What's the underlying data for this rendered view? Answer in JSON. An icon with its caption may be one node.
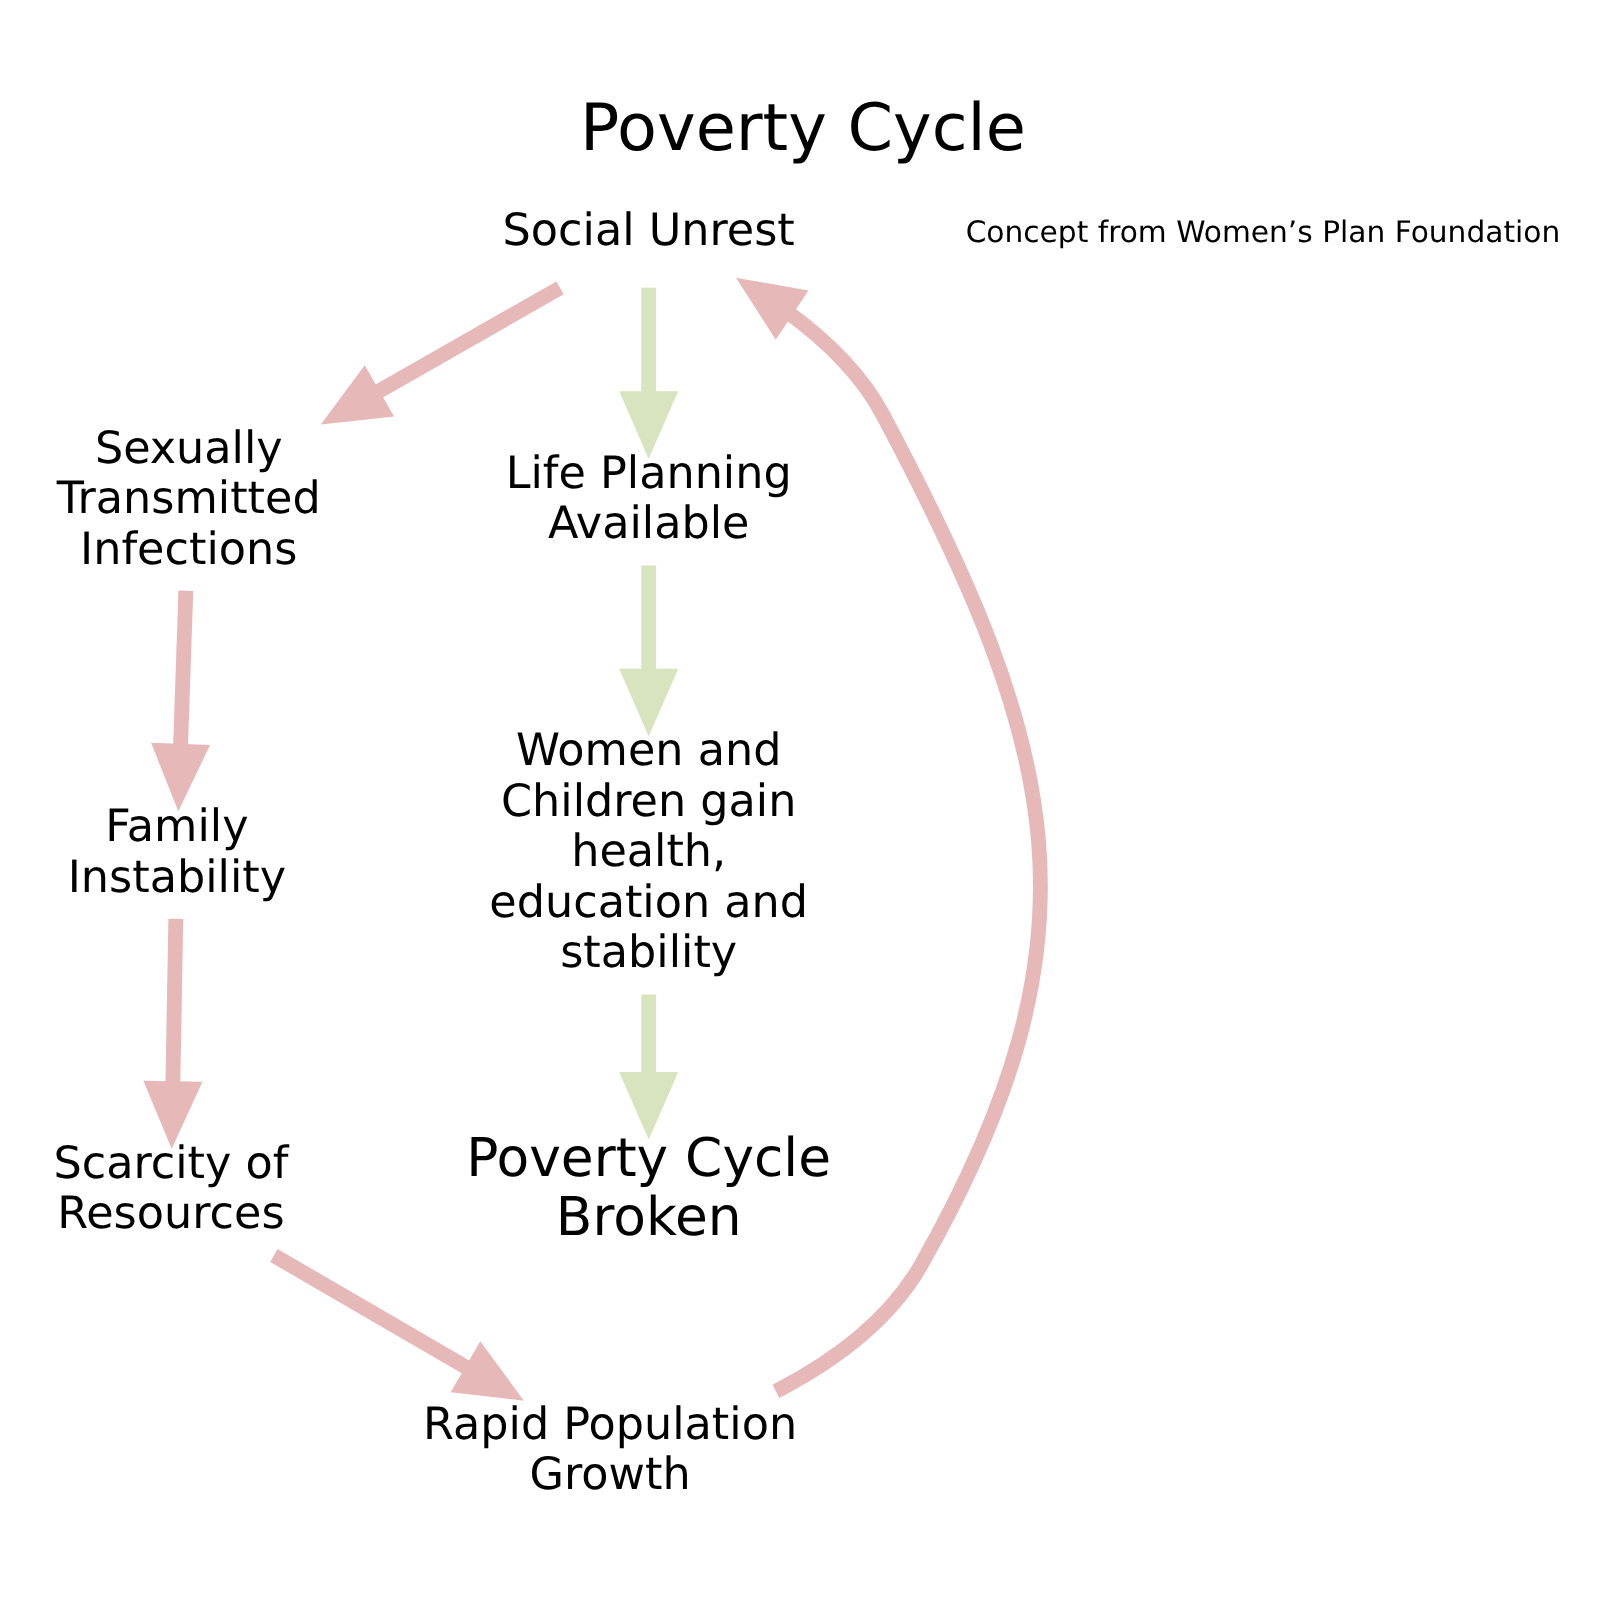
{
  "diagram": {
    "title": "Poverty Cycle",
    "nodes": [
      {
        "text": [
          "Social Unrest"
        ]
      },
      {
        "text": [
          "Sexually Transmitted Infections"
        ]
      },
      {
        "text": [
          "Family Instability"
        ]
      },
      {
        "text": [
          "Scarcity of Resources"
        ]
      },
      {
        "text": [
          "Rapid Population Growth"
        ]
      },
      {
        "text": [
          "Life Planning Available"
        ]
      },
      {
        "text": [
          "Women and Children gain health, education and stability"
        ]
      },
      {
        "text": [
          "Poverty Cycle Broken"
        ]
      }
    ],
    "edges": [
      {
        "from": 0,
        "to": 1,
        "arrow": "to"
      },
      {
        "from": 1,
        "to": 2,
        "arrow": "to"
      },
      {
        "from": 2,
        "to": 3,
        "arrow": "to"
      },
      {
        "from": 3,
        "to": 4,
        "arrow": "to"
      },
      {
        "from": 4,
        "to": 0,
        "arrow": "to"
      },
      {
        "from": 0,
        "to": 5,
        "arrow": "to",
        "color": "#d7e4bd"
      },
      {
        "from": 5,
        "to": 6,
        "arrow": "to",
        "color": "#d7e4bd"
      },
      {
        "from": 6,
        "to": 7,
        "arrow": "to",
        "color": "#d7e4bd"
      }
    ],
    "labels": [
      "Concept from Women’s Plan Foundation"
    ]
  }
}
